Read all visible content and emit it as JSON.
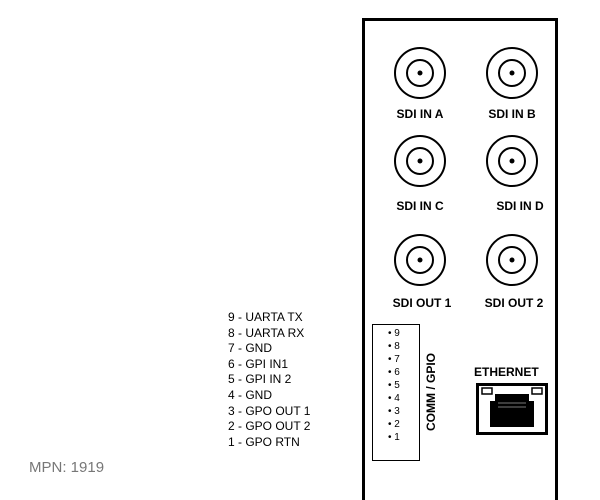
{
  "connectors": {
    "sdi_in_a": "SDI IN A",
    "sdi_in_b": "SDI IN B",
    "sdi_in_c": "SDI IN C",
    "sdi_in_d": "SDI IN D",
    "sdi_out_1": "SDI OUT 1",
    "sdi_out_2": "SDI OUT 2"
  },
  "comm_gpio": {
    "label": "COMM / GPIO",
    "pin_numbers": [
      "9",
      "8",
      "7",
      "6",
      "5",
      "4",
      "3",
      "2",
      "1"
    ]
  },
  "pinout": [
    "9 - UARTA TX",
    "8 - UARTA RX",
    "7 - GND",
    "6 - GPI IN1",
    "5 - GPI IN 2",
    "4 - GND",
    "3 - GPO OUT 1",
    "2 - GPO OUT 2",
    "1 - GPO RTN"
  ],
  "ethernet": {
    "label": "ETHERNET"
  },
  "mpn": "MPN: 1919"
}
